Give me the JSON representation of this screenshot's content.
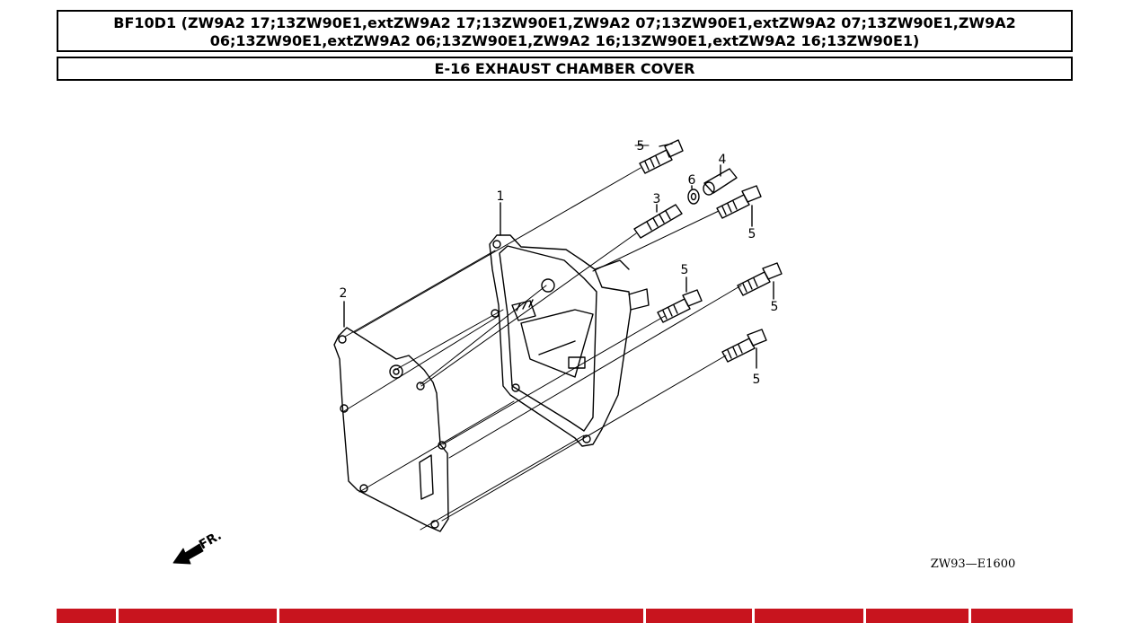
{
  "header": {
    "title_line1": "BF10D1 (ZW9A2 17;13ZW90E1,extZW9A2 17;13ZW90E1,ZW9A2 07;13ZW90E1,extZW9A2 07;13ZW90E1,ZW9A2",
    "title_line2": "06;13ZW90E1,extZW9A2 06;13ZW90E1,ZW9A2 16;13ZW90E1,extZW9A2 16;13ZW90E1)",
    "subtitle": "E-16 EXHAUST CHAMBER COVER"
  },
  "diagram": {
    "callouts": [
      "1",
      "2",
      "3",
      "4",
      "5",
      "5",
      "5",
      "5",
      "5",
      "6"
    ],
    "front_marker": "FR.",
    "drawing_code": "ZW93—E1600"
  },
  "parts_table": {
    "header_color": "#c8141e"
  }
}
